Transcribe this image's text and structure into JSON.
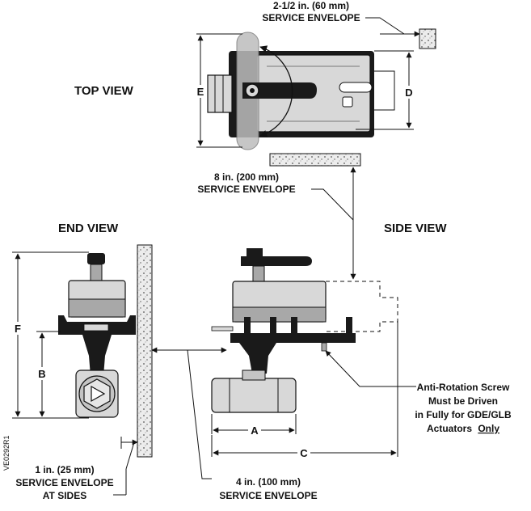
{
  "labels": {
    "top_view": "TOP VIEW",
    "end_view": "END VIEW",
    "side_view": "SIDE VIEW",
    "top_envelope_size": "2-1/2 in. (60 mm)",
    "top_envelope_text": "SERVICE ENVELOPE",
    "side_envelope_size": "8 in. (200 mm)",
    "side_envelope_text": "SERVICE ENVELOPE",
    "sides_envelope_size": "1 in. (25 mm)",
    "sides_envelope_text": "SERVICE ENVELOPE",
    "sides_envelope_suffix": "AT SIDES",
    "bottom_envelope_size": "4 in. (100 mm)",
    "bottom_envelope_text": "SERVICE ENVELOPE",
    "note_line1": "Anti-Rotation Screw",
    "note_line2": "Must be Driven",
    "note_line3": "in Fully for GDE/GLB",
    "note_line4_prefix": "Actuators",
    "note_line4_underlined": "Only",
    "drawing_code": "VE0292R1"
  },
  "dimension_letters": {
    "a": "A",
    "b": "B",
    "c": "C",
    "d": "D",
    "e": "E",
    "f": "F"
  },
  "colors": {
    "line": "#111111",
    "dark_fill": "#1a1a1a",
    "light_fill": "#d8d8d8",
    "mid_fill": "#a8a8a8",
    "wall_fill": "#ececec"
  }
}
